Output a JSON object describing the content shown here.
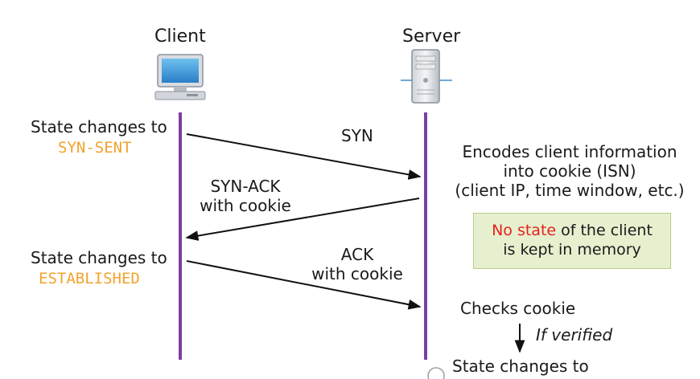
{
  "header": {
    "client_label": "Client",
    "server_label": "Server"
  },
  "client_side": {
    "state1_line": "State changes to",
    "state1_value": "SYN-SENT",
    "state2_line": "State changes to",
    "state2_value": "ESTABLISHED"
  },
  "messages": {
    "syn": "SYN",
    "synack_line1": "SYN-ACK",
    "synack_line2": "with cookie",
    "ack_line1": "ACK",
    "ack_line2": "with cookie"
  },
  "server_side": {
    "encode_line1": "Encodes client information",
    "encode_line2": "into cookie (ISN)",
    "encode_line3": "(client IP, time window, etc.)",
    "note_red": "No state",
    "note_rest1": " of the client",
    "note_line2": "is kept in memory",
    "checks": "Checks cookie",
    "if_verified": "If verified",
    "state_line": "State changes to"
  },
  "colors": {
    "lifeline": "#7b3fa0",
    "state_mono": "#f2a32c",
    "note_bg": "#e6f0cf",
    "note_red": "#e8201a"
  },
  "icons": {
    "client": "desktop-computer-icon",
    "server": "server-tower-icon"
  }
}
